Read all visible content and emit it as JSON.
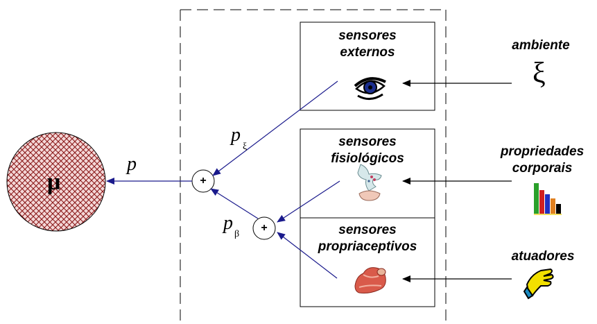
{
  "sensors": {
    "external": [
      "sensores",
      "externos"
    ],
    "physiological": [
      "sensores",
      "fisiológicos"
    ],
    "proprioceptive": [
      "sensores",
      "propriaceptivos"
    ]
  },
  "sources": {
    "environment": {
      "label": "ambiente",
      "symbol": "ξ"
    },
    "body_properties": {
      "label": [
        "propriedades",
        "corporais"
      ]
    },
    "actuators": {
      "label": "atuadores"
    }
  },
  "signals": {
    "p": "p",
    "p_xi": {
      "base": "p",
      "sub": "ξ"
    },
    "p_beta": {
      "base": "p",
      "sub": "β"
    }
  },
  "summation": {
    "symbol": "+"
  },
  "motivation": {
    "symbol": "μ"
  },
  "colors": {
    "arrow": "#1a1a8c",
    "motivation_hatch": "#8b1a1a",
    "motivation_fill": "#f4d8d8"
  },
  "icons": [
    "eye-icon",
    "neuron-synapse-icon",
    "muscle-arm-icon",
    "bar-chart-icon",
    "glove-hand-icon"
  ]
}
